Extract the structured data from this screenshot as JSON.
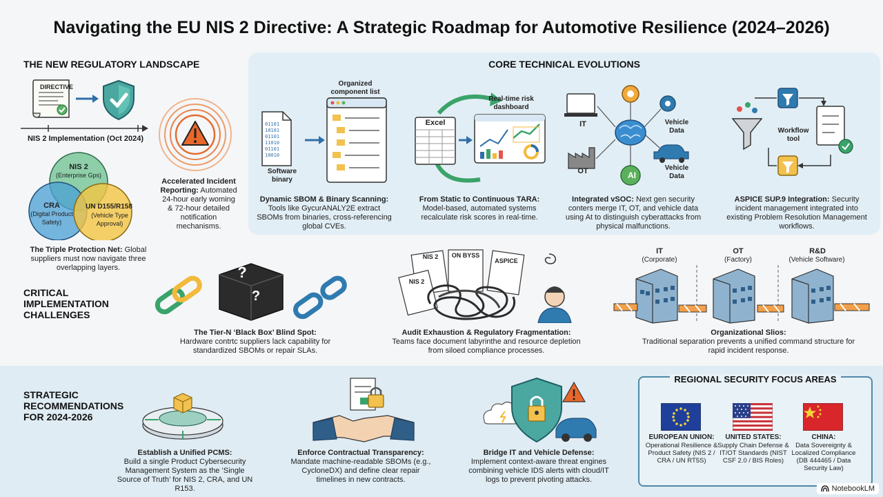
{
  "title": "Navigating the EU NIS 2 Directive: A Strategic Roadmap for Automotive Resilience (2024–2026)",
  "regulatory": {
    "heading": "THE NEW REGULATORY LANDSCAPE",
    "doc_label": "DIRECTIVE",
    "timeline_label": "NIS 2 Implementation (Oct 2024)",
    "venn": {
      "nis2_title": "NIS 2",
      "nis2_sub": "(Enterprise Gps)",
      "cra_title": "CRA",
      "cra_sub": "(Digital Product Safety)",
      "un_title": "UN D155/R158",
      "un_sub": "(Vehicle Type Approval)"
    },
    "triple_title": "The Triple Protection Net:",
    "triple_text": "Global suppliers must now navigate three overlapping layers.",
    "incident_title": "Accelerated Incident Reporting:",
    "incident_text": "Automated 24-hour early woming & 72-hour detailed notification mechanisms."
  },
  "core": {
    "heading": "CORE TECHNICAL EVOLUTIONS",
    "sbom": {
      "binary_label": "Software binary",
      "list_label": "Organized component list",
      "title": "Dynamic SBOM & Binary Scanning:",
      "text": "Tools like GycurANALY2E extract SBOMs from binaries, cross-referencing global CVEs."
    },
    "tara": {
      "excel_label": "Excel",
      "dashboard_label": "Real-time risk dashboard",
      "title": "From Static to Continuous TARA:",
      "text": "Model-based, automated systems recalculate risk scores in real-time."
    },
    "vsoc": {
      "it_label": "IT",
      "ot_label": "OT",
      "ai_label": "AI",
      "vehicle1_label": "Vehicle Data",
      "vehicle2_label": "Vehicle Data",
      "title": "Integrated vSOC:",
      "text": "Next gen security conters merge IT, OT, and vehicle data using At to distinguish cyberattacks from physical malfunctions."
    },
    "aspice": {
      "workflow_label": "Workflow tool",
      "title": "ASPICE SUP.9 Integration:",
      "text": "Security incident management integrated into existing Problem Resolution Management workflows."
    }
  },
  "challenges": {
    "heading_lines": [
      "CRITICAL",
      "IMPLEMENTATION",
      "CHALLENGES"
    ],
    "blackbox": {
      "q": "?",
      "title": "The Tier-N ‘Black Box’ Blind Spot:",
      "text": "Hardware contrtc suppliers lack capability for standardized SBOMs or repair SLAs."
    },
    "audit": {
      "doc1": "NIS 2",
      "doc2": "ON BYSS",
      "doc3": "ASPICE",
      "doc4": "NIS 2",
      "title": "Audit Exhaustion & Regulatory Fragmentation:",
      "text": "Teams face document labyrinthe and resource depletion from siloed compliance processes."
    },
    "silos": {
      "it_title": "IT",
      "it_sub": "(Corporate)",
      "ot_title": "OT",
      "ot_sub": "(Factory)",
      "rd_title": "R&D",
      "rd_sub": "(Vehicle Software)",
      "title": "Organizational Slios:",
      "text": "Traditional separation prevents a unified command structure for rapid incident response."
    }
  },
  "recommendations": {
    "heading_lines": [
      "STRATEGIC",
      "RECOMMENDATIONS",
      "FOR 2024-2026"
    ],
    "pcms": {
      "title": "Establish a Unified PCMS:",
      "text": "Build a single Product Cybersecurity Management System as the ‘Single Source of Truth’ for NIS 2, CRA, and UN R153."
    },
    "contract": {
      "title": "Enforce Contractual Transparency:",
      "text": "Mandate machine-readable SBOMs (e.g., CycloneDX) and define clear repair timelines in new contracts."
    },
    "bridge": {
      "title": "Bridge IT and Vehicle Defense:",
      "text": "Implement context-aware threat engines combining vehicle IDS alerts with cloud/IT logs to prevent pivoting attacks."
    }
  },
  "regional": {
    "heading": "REGIONAL SECURITY FOCUS AREAS",
    "eu_title": "EUROPEAN UNION:",
    "eu_text": "Operational Resilience & Product Safety (NIS 2 / CRA / UN RT5S)",
    "us_title": "UNITED STATES:",
    "us_text": "Supply Chain Defense & IT/OT Standards (NIST CSF 2.0 / BIS Roles)",
    "cn_title": "CHINA:",
    "cn_text": "Data Sovereignty & Localized Compliance (DB 444465 / Data Security Law)"
  },
  "brand": "NotebookLM",
  "colors": {
    "accent_blue": "#2f7bb0",
    "green": "#4caf50",
    "teal_panel": "#e2eef5",
    "warning_orange": "#e8672a"
  }
}
